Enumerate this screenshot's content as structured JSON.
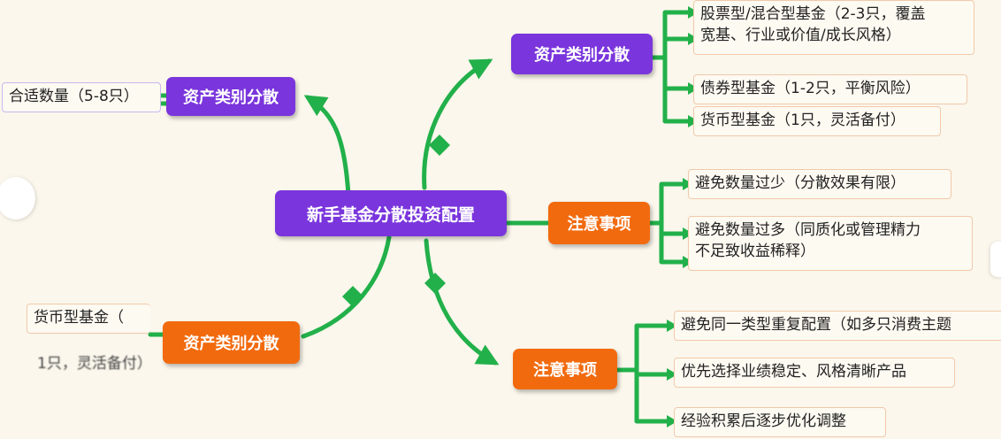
{
  "colors": {
    "connector": "#22b04a",
    "purple_node": "#7a35dc",
    "orange_node": "#f26a0e",
    "background": "#fbf7ec"
  },
  "root": {
    "label": "新手基金分散投资配置"
  },
  "branches": {
    "top_right": {
      "label": "资产类别分散",
      "leaves": [
        {
          "line1": "股票型/混合型基金（2-3只，覆盖",
          "line2": "宽基、行业或价值/成长风格）"
        },
        {
          "line1": "债券型基金（1-2只，平衡风险）"
        },
        {
          "line1": "货币型基金（1只，灵活备付）"
        }
      ]
    },
    "middle_right": {
      "label": "注意事项",
      "leaves": [
        {
          "line1": "避免数量过少（分散效果有限）"
        },
        {
          "line1": "避免数量过多（同质化或管理精力",
          "line2": "不足致收益稀释）"
        }
      ]
    },
    "bottom_right": {
      "label": "注意事项",
      "leaves": [
        {
          "line1": "避免同一类型重复配置（如多只消费主题"
        },
        {
          "line1": "优先选择业绩稳定、风格清晰产品"
        },
        {
          "line1": "经验积累后逐步优化调整"
        }
      ]
    },
    "top_left": {
      "label": "资产类别分散",
      "leaves": [
        {
          "line1": "合适数量（5-8只）"
        }
      ]
    },
    "bottom_left": {
      "label": "资产类别分散",
      "leaves": [
        {
          "line1": "货币型基金（"
        },
        {
          "line1": "1只，灵活备付）"
        }
      ]
    }
  }
}
